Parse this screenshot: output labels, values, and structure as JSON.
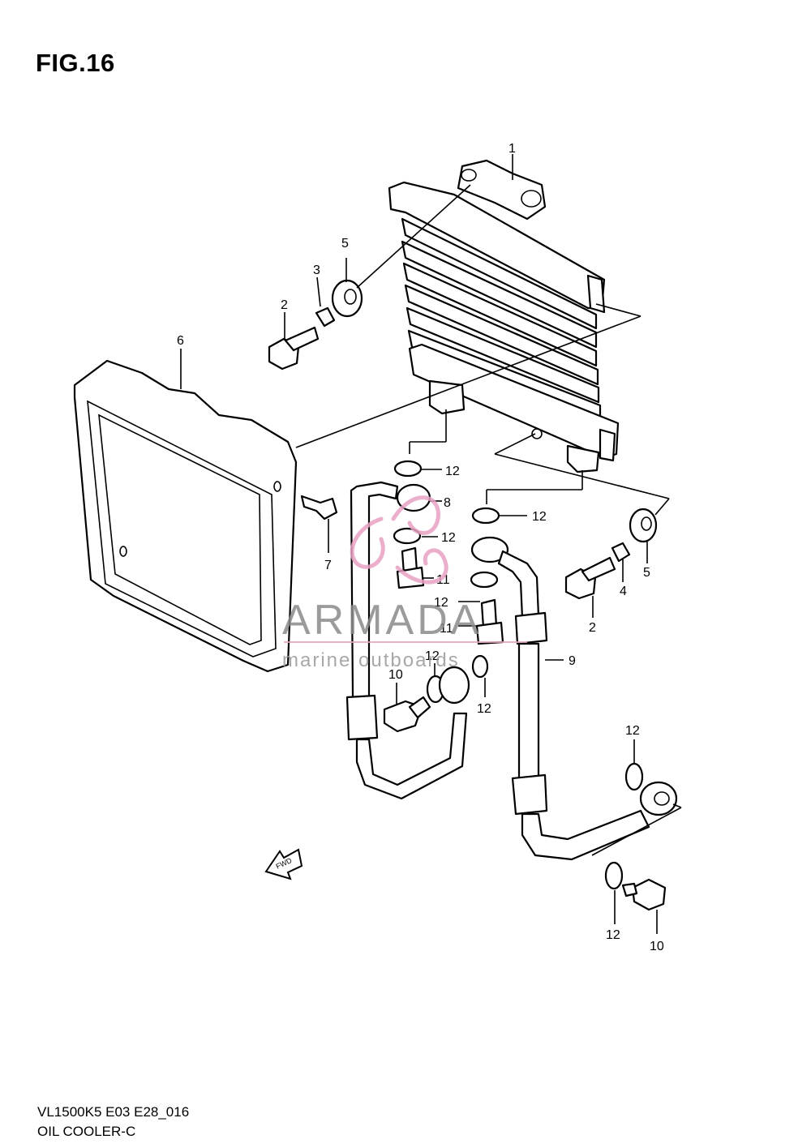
{
  "figure_title": "FIG.16",
  "footer": {
    "model_code": "VL1500K5 E03 E28_016",
    "section_name": "OIL COOLER-C"
  },
  "watermark": {
    "brand": "ARMADA",
    "tagline": "marine outboards",
    "logo_color": "#e8a2c4",
    "text_color": "#8a8a8a"
  },
  "callouts": {
    "c1": "1",
    "c2a": "2",
    "c2b": "2",
    "c3": "3",
    "c4": "4",
    "c5a": "5",
    "c5b": "5",
    "c6": "6",
    "c7": "7",
    "c8": "8",
    "c9": "9",
    "c10a": "10",
    "c10b": "10",
    "c11a": "11",
    "c11b": "11",
    "c12a": "12",
    "c12b": "12",
    "c12c": "12",
    "c12d": "12",
    "c12e": "12",
    "c12f": "12",
    "c12g": "12",
    "c12h": "12"
  },
  "fwd_label": "FWD"
}
